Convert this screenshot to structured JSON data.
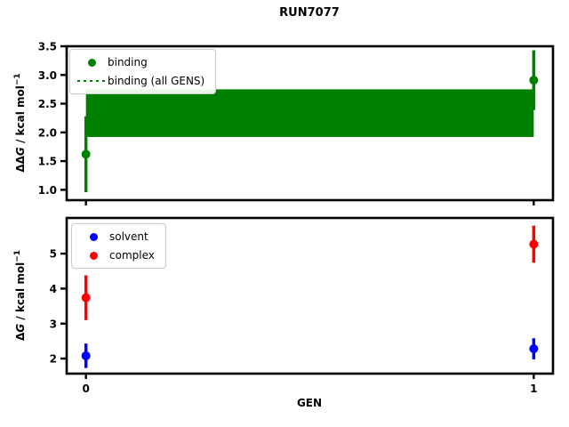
{
  "title": "RUN7077",
  "xlabel": "GEN",
  "colors": {
    "binding": "#008000",
    "solvent": "#0000ff",
    "complex": "#ff0000",
    "frame": "#000000"
  },
  "ylabel_top_parts": {
    "prefix": "ΔΔ",
    "symbol": "G",
    "unit": " / kcal mol",
    "exp": "−1"
  },
  "ylabel_bottom_parts": {
    "prefix": "Δ",
    "symbol": "G",
    "unit": " / kcal mol",
    "exp": "−1"
  },
  "chart_data": [
    {
      "type": "scatter",
      "subplot": "top",
      "title": "RUN7077",
      "ylabel": "ΔΔG / kcal mol⁻¹",
      "xlabel": "",
      "xlim": [
        -0.043,
        1.043
      ],
      "ylim": [
        0.82,
        3.5
      ],
      "yticks": [
        1.0,
        1.5,
        2.0,
        2.5,
        3.0,
        3.5
      ],
      "yticklabels": [
        "1.0",
        "1.5",
        "2.0",
        "2.5",
        "3.0",
        "3.5"
      ],
      "xticks": [
        0,
        1
      ],
      "xticklabels": [
        "",
        ""
      ],
      "grid": false,
      "legend_position": "upper left",
      "series": [
        {
          "name": "binding",
          "style": "errorbar",
          "marker": "circle",
          "color": "#008000",
          "x": [
            0,
            1
          ],
          "y": [
            1.62,
            2.91
          ],
          "yerr": [
            0.66,
            0.52
          ]
        },
        {
          "name": "binding (all GENS)",
          "style": "band",
          "linestyle": "dotted",
          "color": "#008000",
          "x": [
            0,
            1
          ],
          "band_lo": 1.92,
          "band_hi": 2.75
        }
      ]
    },
    {
      "type": "scatter",
      "subplot": "bottom",
      "title": "",
      "ylabel": "ΔG / kcal mol⁻¹",
      "xlabel": "GEN",
      "xlim": [
        -0.043,
        1.043
      ],
      "ylim": [
        1.57,
        6.02
      ],
      "yticks": [
        2,
        3,
        4,
        5
      ],
      "yticklabels": [
        "2",
        "3",
        "4",
        "5"
      ],
      "xticks": [
        0,
        1
      ],
      "xticklabels": [
        "0",
        "1"
      ],
      "grid": false,
      "legend_position": "upper left",
      "series": [
        {
          "name": "solvent",
          "style": "errorbar",
          "marker": "circle",
          "color": "#0000ff",
          "x": [
            0,
            1
          ],
          "y": [
            2.08,
            2.28
          ],
          "yerr": [
            0.35,
            0.3
          ]
        },
        {
          "name": "complex",
          "style": "errorbar",
          "marker": "circle",
          "color": "#ff0000",
          "x": [
            0,
            1
          ],
          "y": [
            3.74,
            5.27
          ],
          "yerr": [
            0.64,
            0.53
          ]
        }
      ]
    }
  ]
}
